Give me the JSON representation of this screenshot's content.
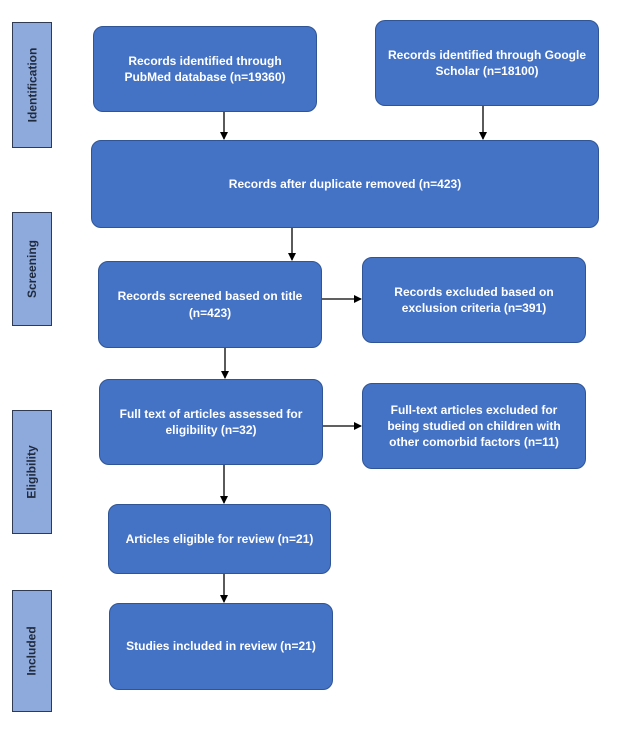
{
  "phases": {
    "identification": "Identification",
    "screening": "Screening",
    "eligibility": "Eligibility",
    "included": "Included"
  },
  "boxes": {
    "pubmed": "Records identified through PubMed database (n=19360)",
    "scholar": "Records identified through Google Scholar (n=18100)",
    "duplicates": "Records after duplicate removed (n=423)",
    "screened": "Records screened based on title (n=423)",
    "excluded_criteria": "Records excluded based on exclusion criteria  (n=391)",
    "fulltext": "Full text of articles assessed for eligibility (n=32)",
    "fulltext_excluded": "Full-text articles excluded for being studied on children with other comorbid factors (n=11)",
    "eligible": "Articles eligible for review (n=21)",
    "included": "Studies included in review (n=21)"
  },
  "colors": {
    "box_fill": "#4472c4",
    "phase_fill": "#8ea9db",
    "arrow": "#000000"
  }
}
